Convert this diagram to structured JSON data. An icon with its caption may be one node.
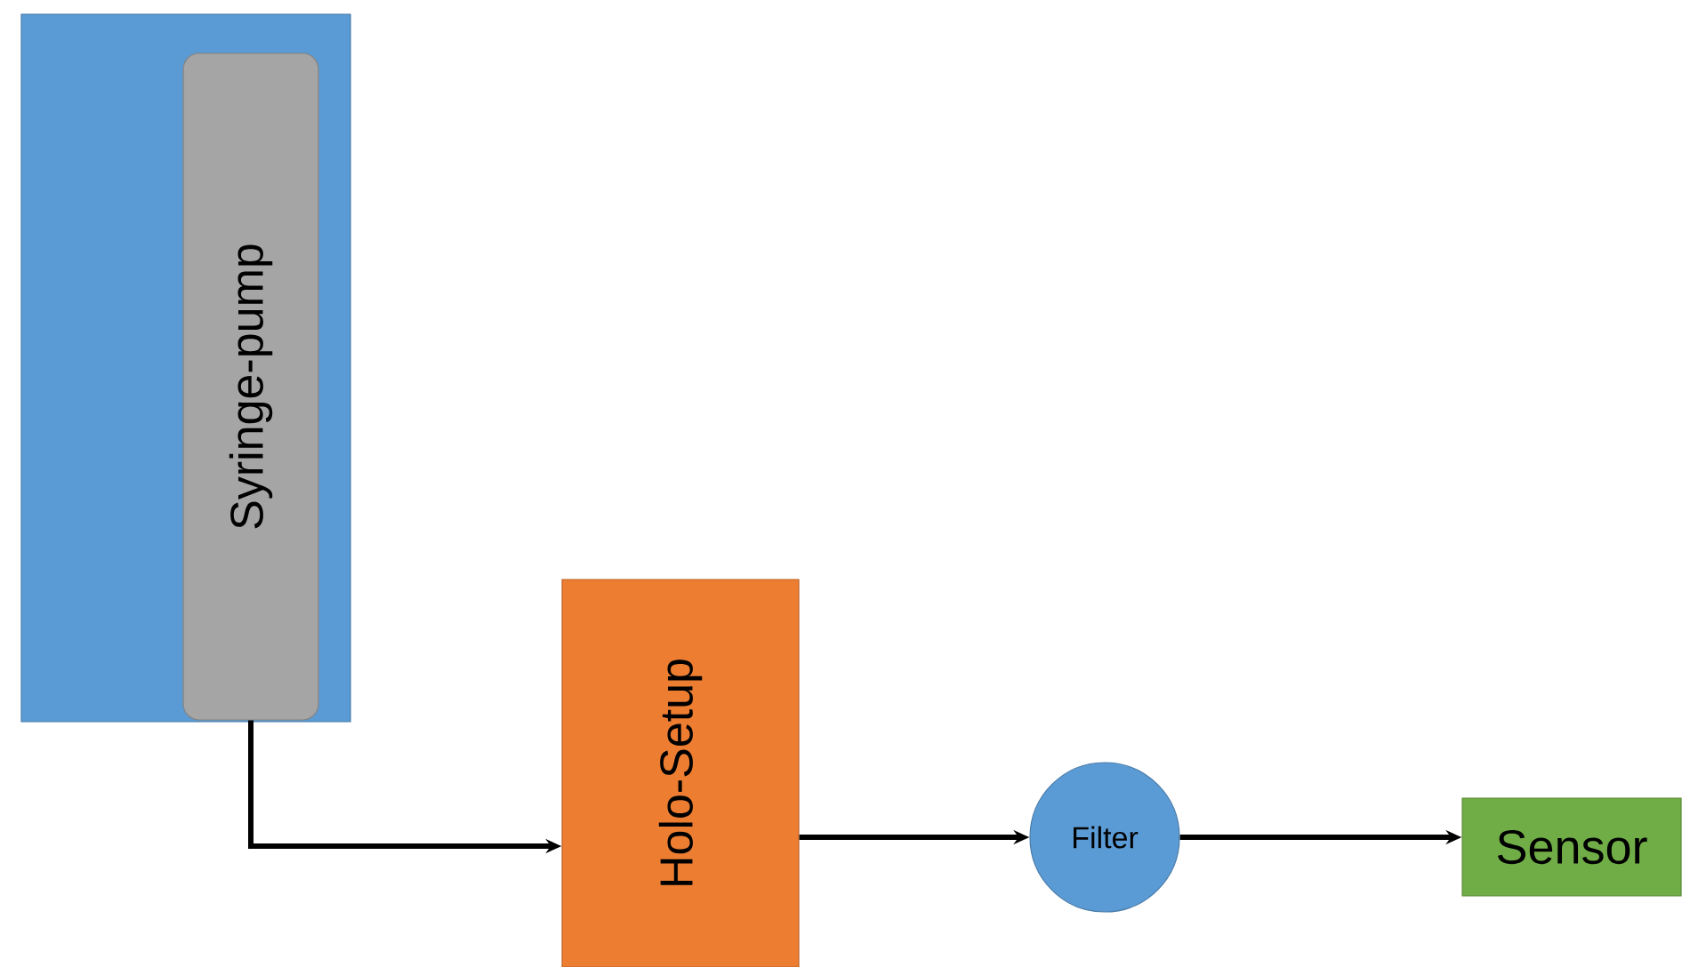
{
  "diagram": {
    "nodes": [
      {
        "text": [],
        "shape": "box"
      },
      {
        "text": [
          "Syringe-pump"
        ],
        "in": 0
      },
      {
        "text": [
          "Holo-Setup"
        ]
      },
      {
        "text": [
          "Filter"
        ]
      },
      {
        "text": [
          "Sensor"
        ]
      }
    ],
    "edges": [
      {
        "from": 1,
        "to": 2,
        "arrow": "to"
      },
      {
        "from": 2,
        "to": 3,
        "arrow": "to"
      },
      {
        "from": 3,
        "to": 4,
        "arrow": "to"
      }
    ]
  }
}
